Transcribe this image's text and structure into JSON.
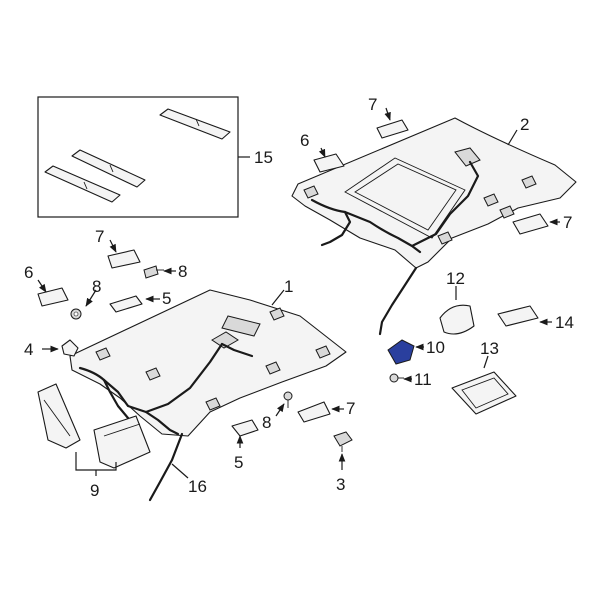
{
  "diagram": {
    "highlight_color": "#2a3f9e",
    "line_color": "#1a1a1a",
    "callouts": {
      "c1": "1",
      "c2": "2",
      "c3": "3",
      "c4": "4",
      "c5a": "5",
      "c5b": "5",
      "c6a": "6",
      "c6b": "6",
      "c7a": "7",
      "c7b": "7",
      "c7c": "7",
      "c7d": "7",
      "c8a": "8",
      "c8b": "8",
      "c8c": "8",
      "c9": "9",
      "c10": "10",
      "c11": "11",
      "c12": "12",
      "c13": "13",
      "c14": "14",
      "c15": "15",
      "c16": "16"
    }
  }
}
